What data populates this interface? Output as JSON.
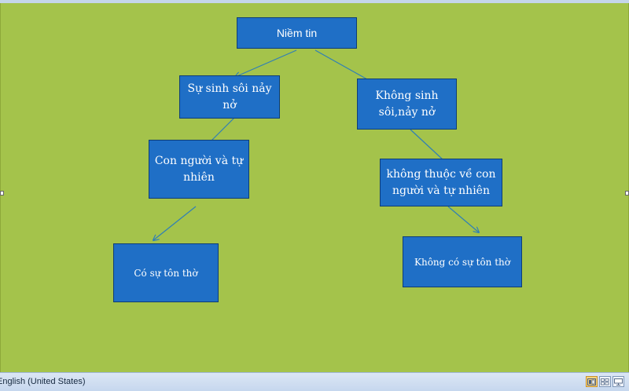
{
  "colors": {
    "slide_background": "#a4c34b",
    "node_fill": "#1f6fc6",
    "node_border": "#0e3d76",
    "connector": "#2f7fb6",
    "node_text": "#ffffff"
  },
  "diagram": {
    "nodes": {
      "root": "Niềm tin",
      "left_1": "Sự sinh sôi nảy nở",
      "right_1": "Không sinh sôi,nảy nở",
      "left_2": "Con người  và tự nhiên",
      "right_2": "không thuộc về con người và tự nhiên",
      "left_3": "Có sự tôn thờ",
      "right_3": "Không có sự tôn thờ"
    },
    "edges": [
      {
        "from": "root",
        "to": "left_1",
        "arrow": true
      },
      {
        "from": "root",
        "to": "right_1",
        "arrow": false
      },
      {
        "from": "left_1",
        "to": "left_2",
        "arrow": false
      },
      {
        "from": "right_1",
        "to": "right_2",
        "arrow": false
      },
      {
        "from": "left_2",
        "to": "left_3",
        "arrow": true
      },
      {
        "from": "right_2",
        "to": "right_3",
        "arrow": true
      }
    ]
  },
  "status_bar": {
    "language": "English (United States)",
    "view_buttons": [
      {
        "name": "normal-view-icon",
        "active": true
      },
      {
        "name": "slide-sorter-view-icon",
        "active": false
      },
      {
        "name": "slide-show-view-icon",
        "active": false
      }
    ]
  }
}
